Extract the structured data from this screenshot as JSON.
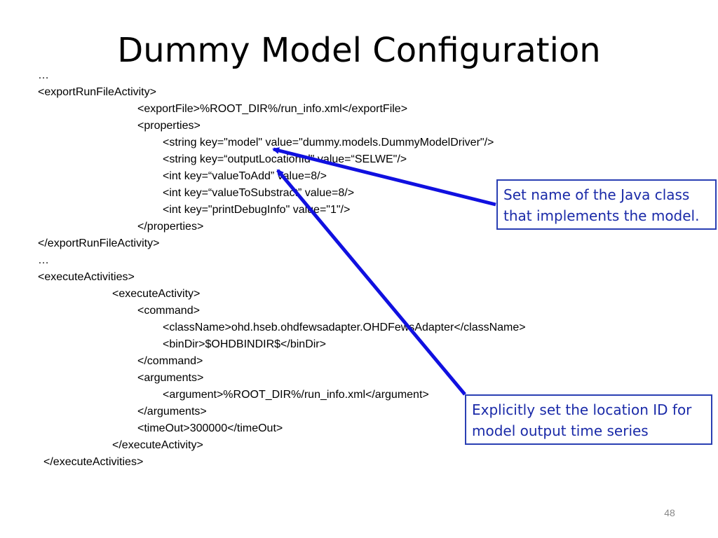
{
  "slide": {
    "title": "Dummy Model Configuration",
    "page_number": "48"
  },
  "code_lines": [
    "…",
    "<exportRunFileActivity>",
    "<exportFile>%ROOT_DIR%/run_info.xml</exportFile>",
    "<properties>",
    "<string key=\"model\" value=\"dummy.models.DummyModelDriver\"/>",
    "<string key=“outputLocationId\" value=“SELWE\"/>",
    "<int key=“valueToAdd” value=8/>",
    "<int key=“valueToSubstract” value=8/>",
    "<int key=\"printDebugInfo\" value=\"1\"/>",
    "</properties>",
    "</exportRunFileActivity>",
    "…",
    "<executeActivities>",
    "<executeActivity>",
    "<command>",
    "<className>ohd.hseb.ohdfewsadapter.OHDFewsAdapter</className>",
    "<binDir>$OHDBINDIR$</binDir>",
    "</command>",
    "<arguments>",
    "<argument>%ROOT_DIR%/run_info.xml</argument>",
    "</arguments>",
    "<timeOut>300000</timeOut>",
    "</executeActivity>",
    "</executeActivities>"
  ],
  "callouts": {
    "java_class": {
      "line1": "Set name of the Java class",
      "line2": "that implements the model."
    },
    "location_id": {
      "line1": "Explicitly set the location ID for",
      "line2": "model output time series"
    }
  },
  "colors": {
    "callout_border": "#2a3fb3",
    "callout_text": "#1a2aa8",
    "arrow": "#1010e0",
    "page_number": "#888888"
  }
}
